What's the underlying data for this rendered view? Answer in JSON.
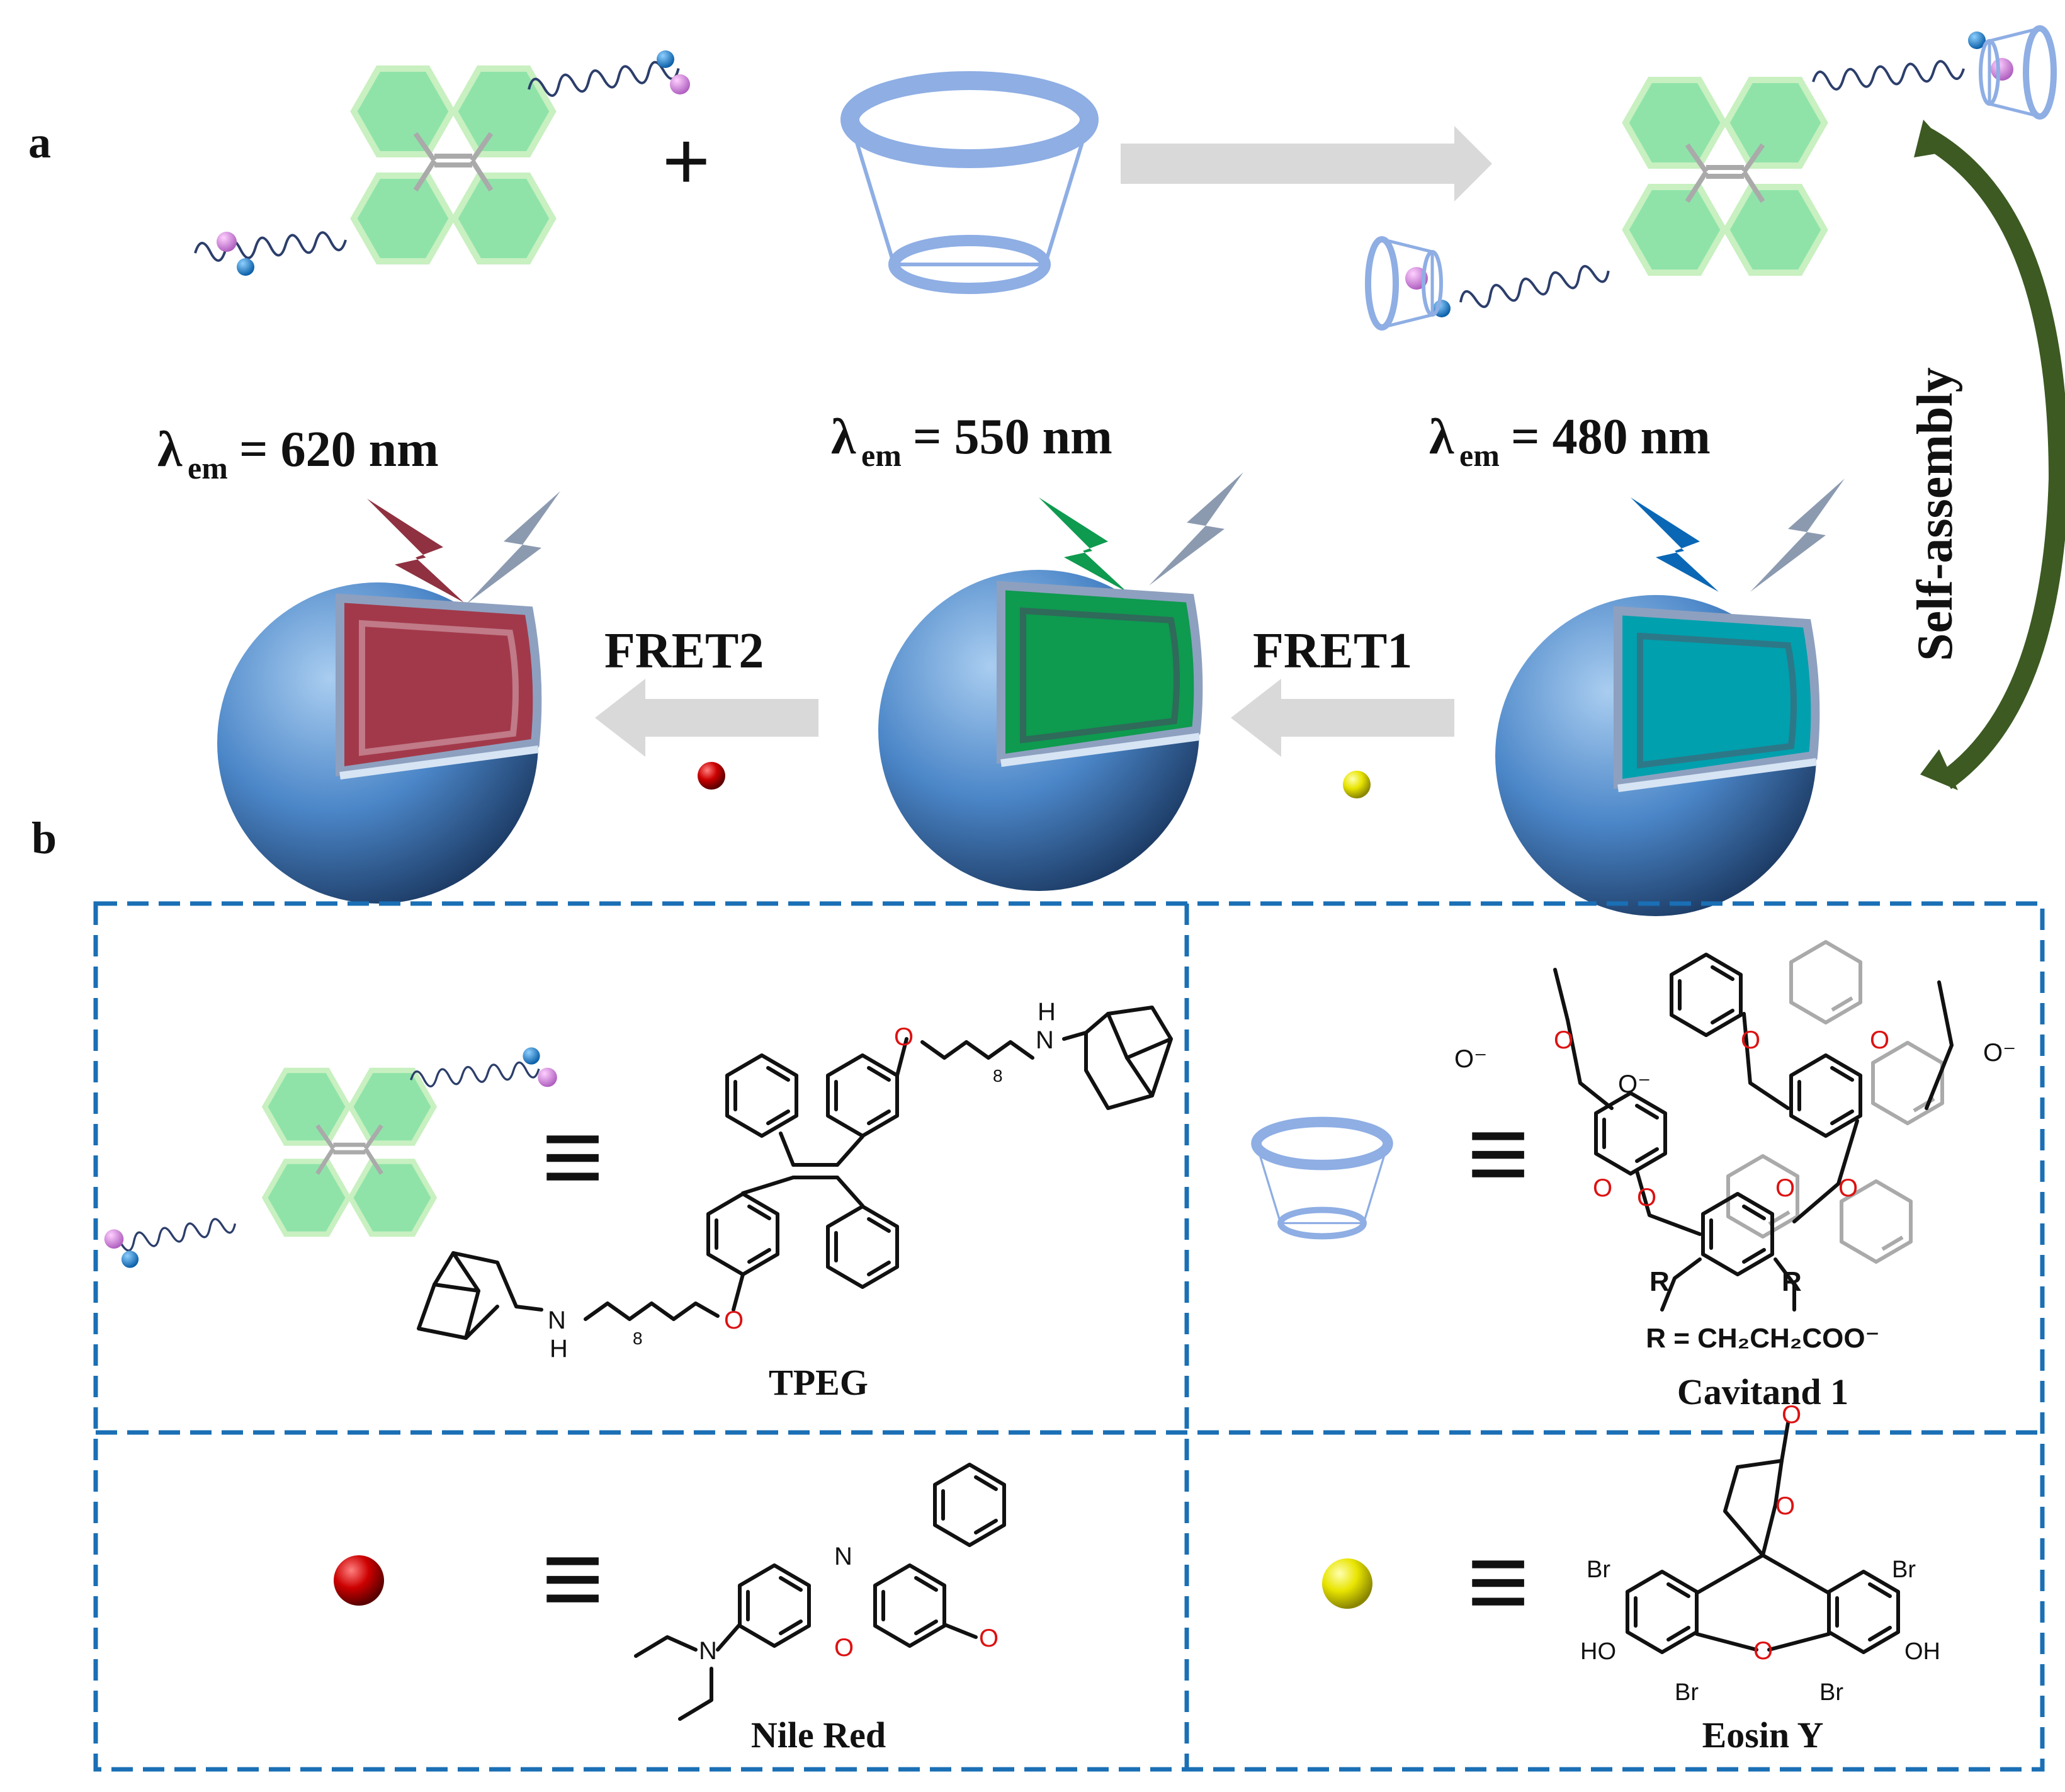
{
  "panel_labels": {
    "a": "a",
    "b": "b"
  },
  "emission": {
    "prefix": "λ",
    "subscript": "em",
    "left": "= 620 nm",
    "middle": "= 550 nm",
    "right": "= 480 nm"
  },
  "arrows": {
    "fret1": "FRET1",
    "fret2": "FRET2",
    "self_assembly": "Self-assembly"
  },
  "plus": "+",
  "equiv": "≡",
  "molecules": {
    "tpeg": "TPEG",
    "cavitand": "Cavitand 1",
    "r_def": "R = CH₂CH₂COO⁻",
    "r": "R",
    "nile_red": "Nile Red",
    "eosin": "Eosin Y",
    "atoms": {
      "o": "O",
      "n": "N",
      "h": "H",
      "br": "Br",
      "ho": "HO",
      "oh": "OH",
      "ominus": "O⁻",
      "eight": "8"
    }
  },
  "colors": {
    "red_core": "#a2394a",
    "green_core": "#0e9a4f",
    "teal_core": "#00a0ae",
    "shell": "#4b86c8",
    "frame": "#1a6fb5",
    "nile_dot": "#cc0000",
    "eosin_dot": "#e8e400",
    "arc": "#3c5a22"
  }
}
